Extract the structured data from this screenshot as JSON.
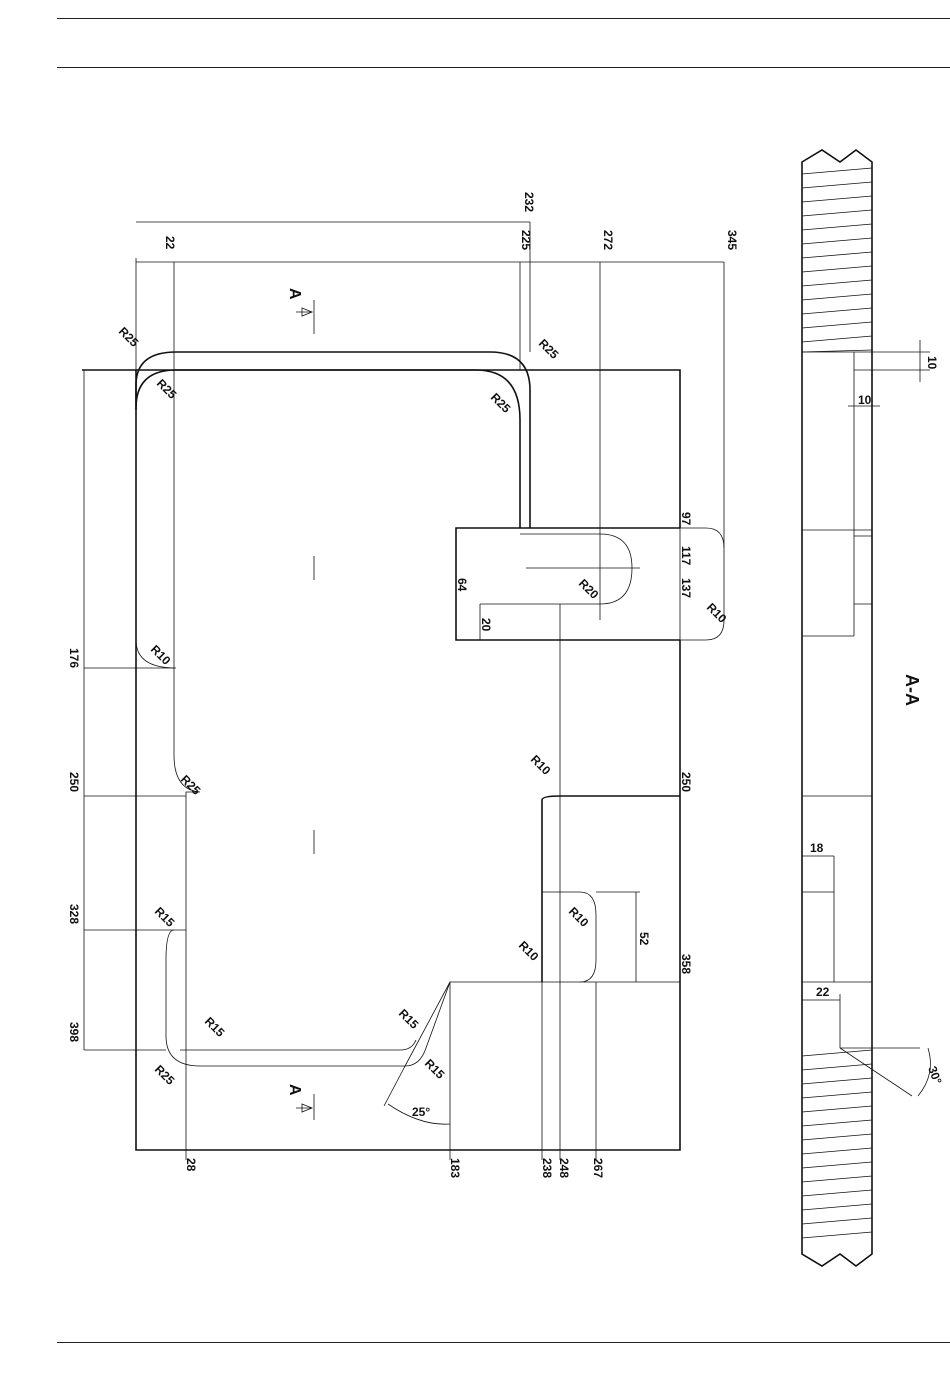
{
  "section_label": "A-A",
  "cut_label": "A",
  "top_dims": [
    "232",
    "22",
    "225",
    "272",
    "345"
  ],
  "left_dims": [
    "176",
    "250",
    "328",
    "398"
  ],
  "right_dims": [
    "97",
    "117",
    "137",
    "250",
    "358"
  ],
  "bottom_dims": [
    "28",
    "183",
    "238",
    "248",
    "267"
  ],
  "notch_dims": [
    "64",
    "20",
    "52"
  ],
  "radii": [
    "R25",
    "R25",
    "R25",
    "R25",
    "R10",
    "R25",
    "R20",
    "R10",
    "R10",
    "R10",
    "R10",
    "R15",
    "R15",
    "R15",
    "R15",
    "R25"
  ],
  "angle_main": "25°",
  "section_dims": [
    "10",
    "10",
    "18",
    "22"
  ],
  "section_angle": "30°"
}
